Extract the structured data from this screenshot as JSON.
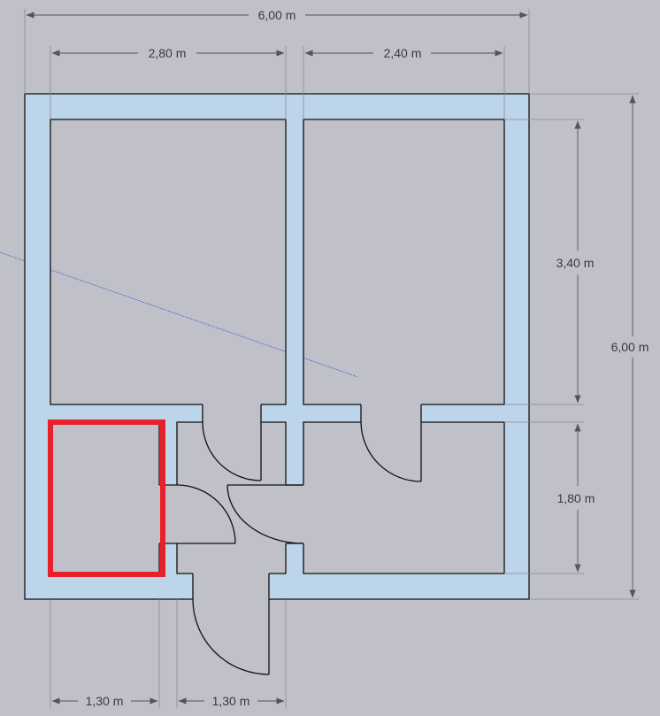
{
  "colors": {
    "background": "#c0c0c8",
    "wall_fill": "#bcd5ea",
    "outline": "#111111",
    "dimension_line": "#8a8a8a",
    "highlight": "#e8202a",
    "axis_guide": "#3b3bd6"
  },
  "dimensions": {
    "overall_width": "6,00 m",
    "room_width_left": "2,80 m",
    "room_width_right": "2,40 m",
    "overall_height": "6,00 m",
    "room_height_top": "3,40 m",
    "room_height_bottom": "1,80 m",
    "bottom_width_left": "1,30 m",
    "bottom_width_right": "1,30 m"
  }
}
